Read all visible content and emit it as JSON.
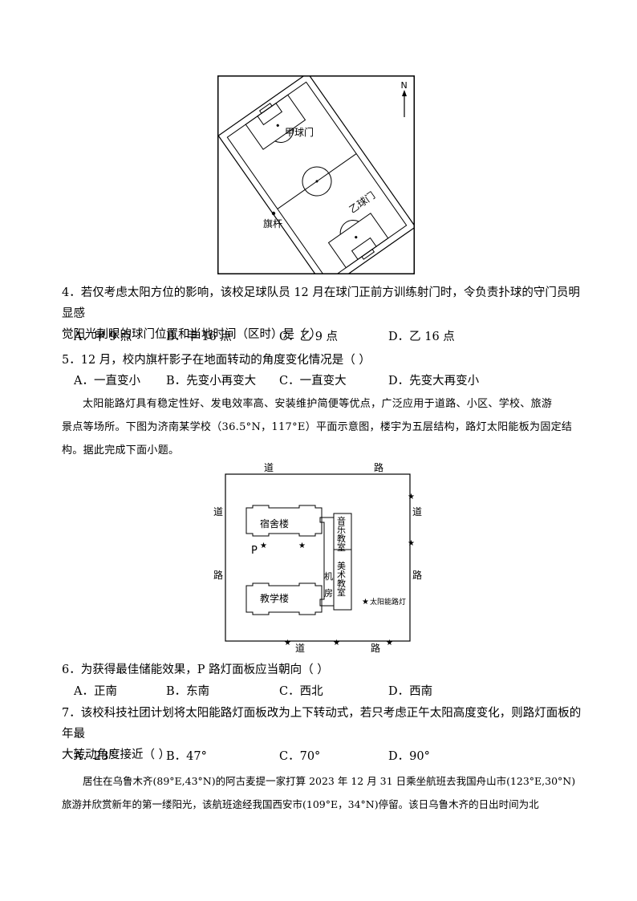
{
  "figure1": {
    "north": "N",
    "goal_jia": "甲球门",
    "goal_yi": "乙球门",
    "flagpole": "旗杆"
  },
  "q4": {
    "stem_line1": "4．若仅考虑太阳方位的影响，该校足球队员 12 月在球门正前方训练射门时，令负责扑球的守门员明显感",
    "stem_line2": "觉阳光刺眼的球门位置和当地时间（区时）是（    ）",
    "options": [
      "A．甲 9 点",
      "B．甲 16 点",
      "C．乙 9 点",
      "D．乙 16 点"
    ]
  },
  "q5": {
    "stem": "5．12 月，校内旗杆影子在地面转动的角度变化情况是（    ）",
    "options": [
      "A．一直变小",
      "B．先变小再变大",
      "C．一直变大",
      "D．先变大再变小"
    ]
  },
  "passage1": {
    "line1": "太阳能路灯具有稳定性好、发电效率高、安装维护简便等优点，广泛应用于道路、小区、学校、旅游",
    "line2": "景点等场所。下图为济南某学校（36.5°N，117°E）平面示意图，楼宇为五层结构，路灯太阳能板为固定结",
    "line3": "构。据此完成下面小题。"
  },
  "figure2": {
    "road": "道",
    "road2": "路",
    "dorm": "宿舍楼",
    "teaching": "教学楼",
    "music": [
      "音",
      "乐",
      "教",
      "室"
    ],
    "art": [
      "美",
      "术",
      "教",
      "室"
    ],
    "machine": [
      "机",
      "房"
    ],
    "p_label": "P",
    "legend": "太阳能路灯"
  },
  "q6": {
    "stem": "6．为获得最佳储能效果，P 路灯面板应当朝向（    ）",
    "options": [
      "A．正南",
      "B．东南",
      "C．西北",
      "D．西南"
    ]
  },
  "q7": {
    "stem_line1": "7．该校科技社团计划将太阳能路灯面板改为上下转动式，若只考虑正午太阳高度变化，则路灯面板的年最",
    "stem_line2": "大转动角度接近（    ）",
    "options": [
      "A．23°",
      "B．47°",
      "C．70°",
      "D．90°"
    ]
  },
  "passage2": {
    "line1": "居住在乌鲁木齐(89°E,43°N)的阿古麦提一家打算 2023 年 12 月 31 日乘坐航班去我国舟山市(123°E,30°N)",
    "line2": "旅游并欣赏新年的第一缕阳光，该航班途经我国西安市(109°E，34°N)停留。该日乌鲁木齐的日出时间为北"
  }
}
